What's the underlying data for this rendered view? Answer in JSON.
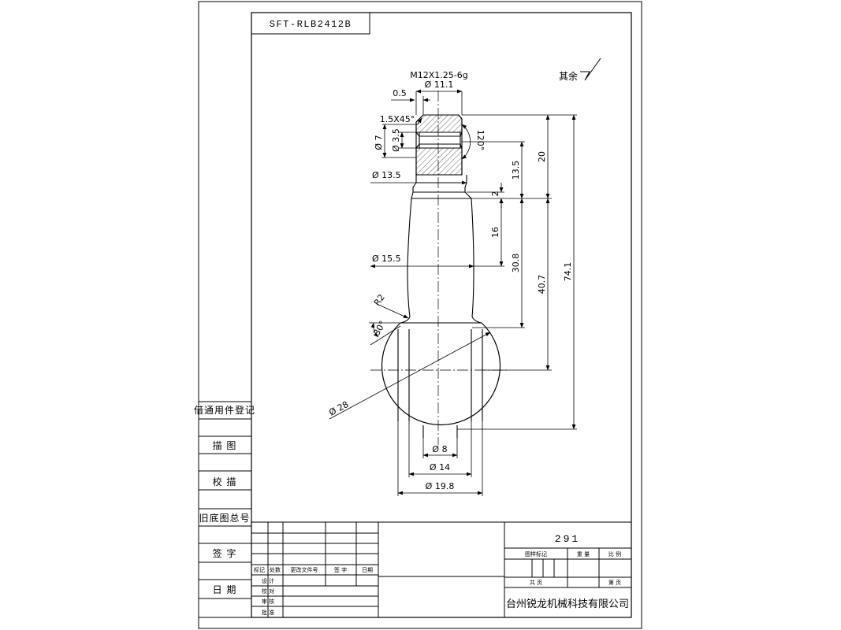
{
  "drawing": {
    "code": "SFT-RLB2412B",
    "surface_note": "其余",
    "part_number": "291",
    "company": "台州锐龙机械科技有限公司"
  },
  "side_panel": {
    "registry": "借通用件登记",
    "trace": "描 图",
    "check_trace": "校 描",
    "old_base": "旧底图总号",
    "signature": "签 字",
    "date": "日 期"
  },
  "title_block": {
    "mark": "标记",
    "count": "处数",
    "change_doc": "更改文件号",
    "sign": "签 字",
    "date": "日期",
    "design": "设 计",
    "proof": "校 对",
    "review": "审 核",
    "approve": "批 准",
    "drawing_mark": "图样标记",
    "weight": "重 量",
    "scale": "比 例",
    "total": "共 页",
    "sheet": "第 页"
  },
  "dimensions": {
    "thread": "M12X1.25-6g",
    "d11": "Ø 11.1",
    "d05": "0.5",
    "chamfer": "1.5X45°",
    "d7": "Ø 7",
    "d35": "Ø 3.5",
    "r21": "120°",
    "d135": "Ø 13.5",
    "v20": "20",
    "v135": "13.5",
    "v2": "2",
    "v16": "16",
    "v308": "30.8",
    "v407": "40.7",
    "v741": "74.1",
    "d155": "Ø 15.5",
    "r2": "R2",
    "a30": "30°",
    "d28": "Ø 28",
    "d8": "Ø 8",
    "d14": "Ø 14",
    "d198": "Ø 19.8"
  },
  "colors": {
    "line": "#000000",
    "background": "#ffffff"
  }
}
